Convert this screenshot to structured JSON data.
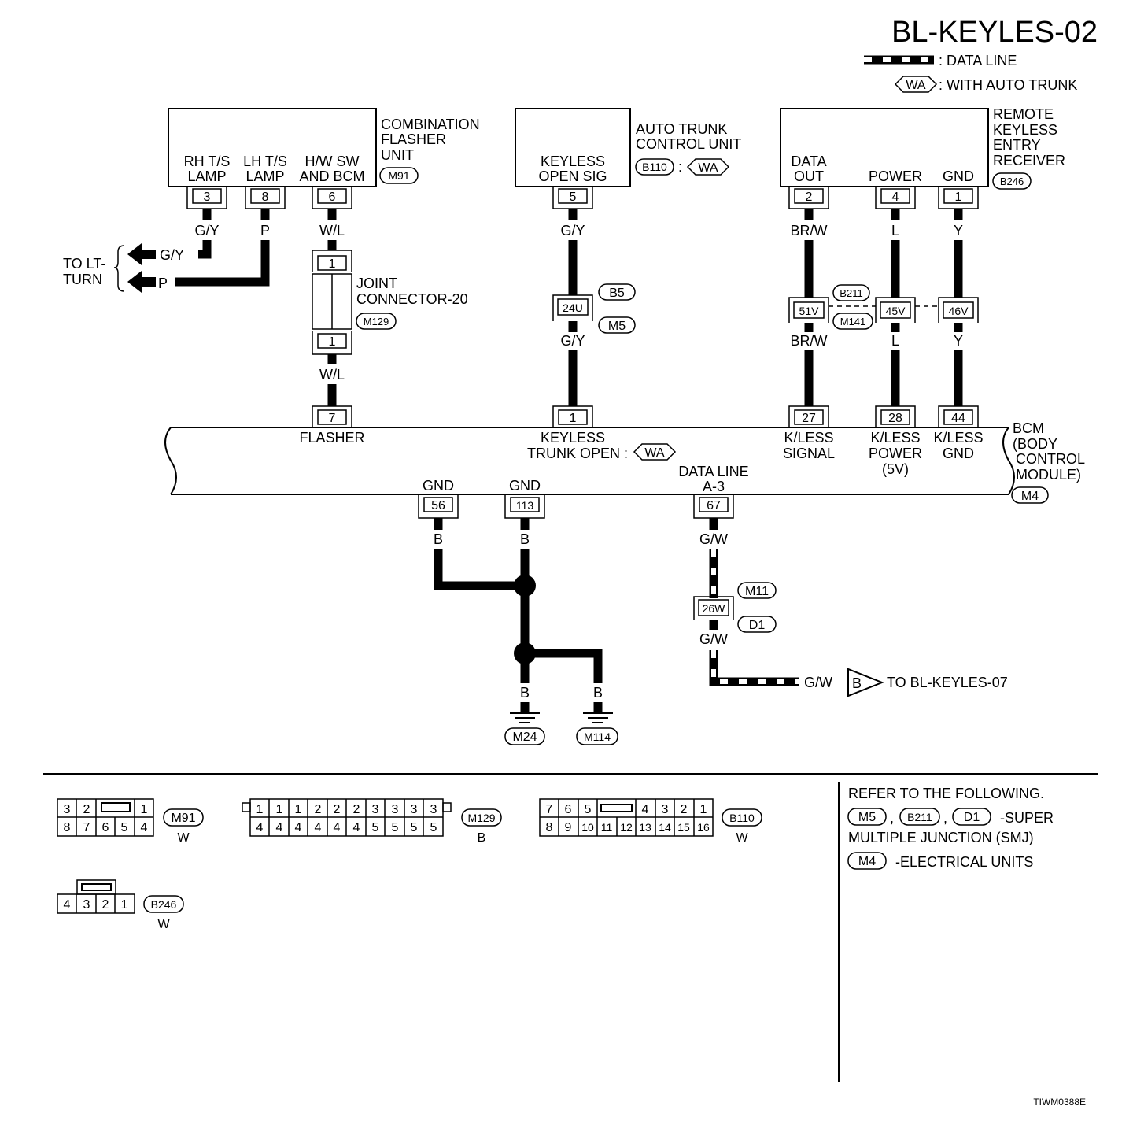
{
  "page": {
    "title": "BL-KEYLES-02",
    "figure_id": "TIWM0388E"
  },
  "legend": {
    "data_line": ": DATA LINE",
    "wa_tag": "WA",
    "wa_text": ": WITH AUTO TRUNK"
  },
  "units": {
    "flasher": {
      "name": [
        "COMBINATION",
        "FLASHER",
        "UNIT"
      ],
      "connector": "M91",
      "pins": [
        {
          "label": [
            "RH T/S",
            "LAMP"
          ],
          "pin": "3",
          "wire": "G/Y"
        },
        {
          "label": [
            "LH T/S",
            "LAMP"
          ],
          "pin": "8",
          "wire": "P"
        },
        {
          "label": [
            "H/W SW",
            "AND BCM"
          ],
          "pin": "6",
          "wire": "W/L"
        }
      ]
    },
    "trunk": {
      "name": [
        "AUTO TRUNK",
        "CONTROL UNIT"
      ],
      "connector": "B110",
      "wa": "WA",
      "colon": ":",
      "pins": [
        {
          "label": [
            "KEYLESS",
            "OPEN SIG"
          ],
          "pin": "5",
          "wire": "G/Y"
        }
      ]
    },
    "receiver": {
      "name": [
        "REMOTE",
        "KEYLESS",
        "ENTRY",
        "RECEIVER"
      ],
      "connector": "B246",
      "pins": [
        {
          "label": [
            "DATA",
            "OUT"
          ],
          "pin": "2",
          "wire": "BR/W"
        },
        {
          "label": [
            "POWER"
          ],
          "pin": "4",
          "wire": "L"
        },
        {
          "label": [
            "GND"
          ],
          "pin": "1",
          "wire": "Y"
        }
      ]
    }
  },
  "to_lt_turn": {
    "label": [
      "TO LT-",
      "TURN"
    ],
    "wires": [
      "G/Y",
      "P"
    ]
  },
  "joint_connector": {
    "name": [
      "JOINT",
      "CONNECTOR-20"
    ],
    "connector": "M129",
    "pin_top": "1",
    "pin_bottom": "1",
    "wire_below": "W/L"
  },
  "smj": {
    "trunk": {
      "pin": "24U",
      "conn_top": "B5",
      "conn_bottom": "M5",
      "wire_below": "G/Y"
    },
    "receiver": {
      "conn_top": "B211",
      "conn_bottom": "M141",
      "pins": [
        {
          "pin": "51V",
          "wire_below": "BR/W"
        },
        {
          "pin": "45V",
          "wire_below": "L"
        },
        {
          "pin": "46V",
          "wire_below": "Y"
        }
      ]
    }
  },
  "bcm": {
    "name": [
      "BCM",
      "(BODY",
      "CONTROL",
      "MODULE)"
    ],
    "connector": "M4",
    "top_pins": [
      {
        "pin": "7",
        "label": [
          "FLASHER"
        ]
      },
      {
        "pin": "1",
        "label": [
          "KEYLESS",
          "TRUNK OPEN :"
        ],
        "wa": "WA"
      },
      {
        "pin": "27",
        "label": [
          "K/LESS",
          "SIGNAL"
        ]
      },
      {
        "pin": "28",
        "label": [
          "K/LESS",
          "POWER",
          "(5V)"
        ]
      },
      {
        "pin": "44",
        "label": [
          "K/LESS",
          "GND"
        ]
      }
    ],
    "bottom_pins": [
      {
        "pin": "56",
        "label": [
          "GND"
        ],
        "wire": "B"
      },
      {
        "pin": "113",
        "label": [
          "GND"
        ],
        "wire": "B"
      },
      {
        "pin": "67",
        "label": [
          "DATA LINE",
          "A-3"
        ],
        "wire": "G/W"
      }
    ]
  },
  "grounds": [
    {
      "wire": "B",
      "connector": "M24"
    },
    {
      "wire": "B",
      "connector": "M114"
    }
  ],
  "data_line": {
    "inline_pin": "26W",
    "conn_top": "M11",
    "conn_bottom": "D1",
    "wire_below": "G/W",
    "out_wire": "G/W",
    "out_tag": "B",
    "out_target": "TO BL-KEYLES-07"
  },
  "connector_faces": [
    {
      "id": "M91",
      "color": "W",
      "row1": [
        "3",
        "2",
        "",
        "1"
      ],
      "row2": [
        "8",
        "7",
        "6",
        "5",
        "4"
      ]
    },
    {
      "id": "M129",
      "color": "B",
      "row1": [
        "1",
        "1",
        "1",
        "2",
        "2",
        "2",
        "3",
        "3",
        "3",
        "3"
      ],
      "row2": [
        "4",
        "4",
        "4",
        "4",
        "4",
        "4",
        "5",
        "5",
        "5",
        "5"
      ]
    },
    {
      "id": "B110",
      "color": "W",
      "row1": [
        "7",
        "6",
        "5",
        "",
        "4",
        "3",
        "2",
        "1"
      ],
      "row2": [
        "8",
        "9",
        "10",
        "11",
        "12",
        "13",
        "14",
        "15",
        "16"
      ]
    },
    {
      "id": "B246",
      "color": "W",
      "row1": [
        "4",
        "3",
        "2",
        "1"
      ]
    }
  ],
  "refer": {
    "heading": "REFER TO THE FOLLOWING.",
    "smj_connectors": [
      "M5",
      "B211",
      "D1"
    ],
    "comma": ",",
    "smj_text": "-SUPER",
    "smj_text2": "MULTIPLE JUNCTION (SMJ)",
    "eu_connector": "M4",
    "eu_text": "-ELECTRICAL UNITS"
  }
}
